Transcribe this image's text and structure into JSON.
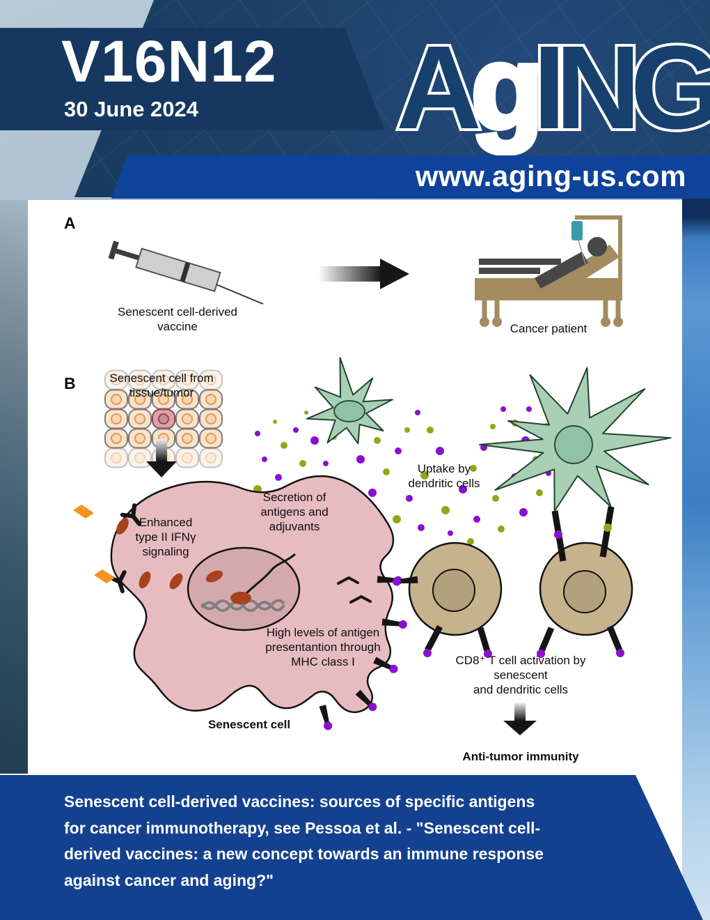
{
  "masthead": {
    "issue": "V16N12",
    "date": "30 June 2024",
    "logo": {
      "a": "A",
      "g": "g",
      "ing": "ING"
    },
    "website": "www.aging-us.com"
  },
  "figure": {
    "panel_a": {
      "label": "A",
      "vaccine_caption": "Senescent cell-derived\nvaccine",
      "patient_caption": "Cancer patient"
    },
    "panel_b": {
      "label": "B",
      "tissue_caption": "Senescent cell from\ntissue/tumor",
      "ifn_label": "Enhanced\ntype II IFNγ\nsignaling",
      "secretion_label": "Secretion of\nantigens and\nadjuvants",
      "uptake_label": "Uptake by\ndendritic cells",
      "mhc_label": "High levels of antigen\npresentantion through\nMHC class I",
      "cell_label": "Senescent cell",
      "cd8_label": "CD8⁺ T cell activation by senescent\nand dendritic cells",
      "immunity_label": "Anti-tumor immunity"
    }
  },
  "footer": {
    "caption": "Senescent cell-derived vaccines: sources of specific antigens\nfor cancer immunotherapy, see Pessoa et al. - \"Senescent cell-\nderived vaccines: a new concept towards an immune response\nagainst cancer and aging?\""
  },
  "colors": {
    "navy_banner": "#16375f",
    "link_bar_blue": "#0f429b",
    "footer_blue": "#14418f",
    "senescent_pink": "#e7bcc1",
    "nucleus_mauve": "#d4a9ae",
    "dendritic_green": "#a9d0b4",
    "tcell_tan": "#c6b28d",
    "antigen_purple": "#8a0fd1",
    "adjuvant_green": "#8fa81b",
    "signal_orange": "#f6921e"
  }
}
